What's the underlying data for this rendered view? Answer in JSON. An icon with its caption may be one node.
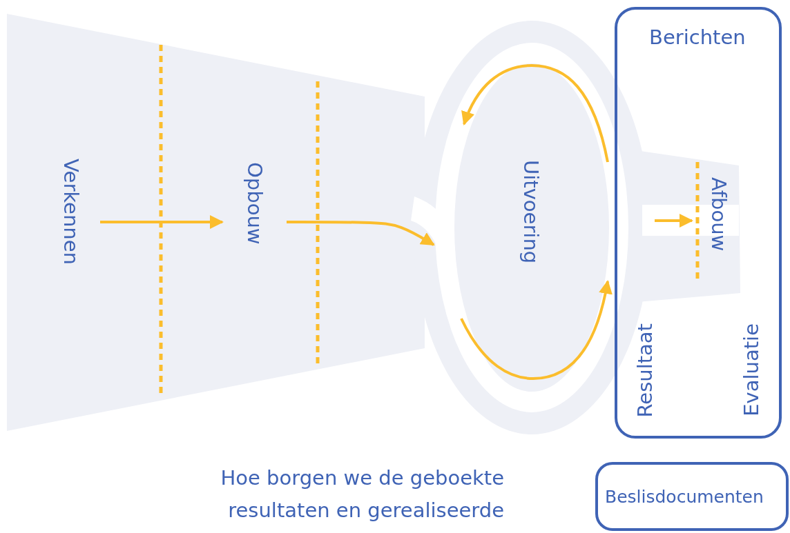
{
  "diagram": {
    "nodes": [
      {
        "text": [
          "Verkennen"
        ]
      },
      {
        "text": [
          "Opbouw"
        ]
      },
      {
        "text": [
          "Uitvoering"
        ]
      },
      {
        "text": [
          "Berichten",
          "Resultaat",
          "Evaluatie"
        ]
      },
      {
        "text": [
          "Afbouw"
        ],
        "in": 3
      },
      {
        "text": [
          "Beslisdocumenten"
        ]
      }
    ],
    "edges": [
      {
        "from": 0,
        "to": 1,
        "arrow": "to"
      },
      {
        "from": 1,
        "to": 2,
        "arrow": "to"
      },
      {
        "from": null,
        "to": 4,
        "arrow": "to"
      }
    ],
    "labels": [
      "Hoe borgen we de geboekte resultaten en gerealiseerde"
    ]
  }
}
